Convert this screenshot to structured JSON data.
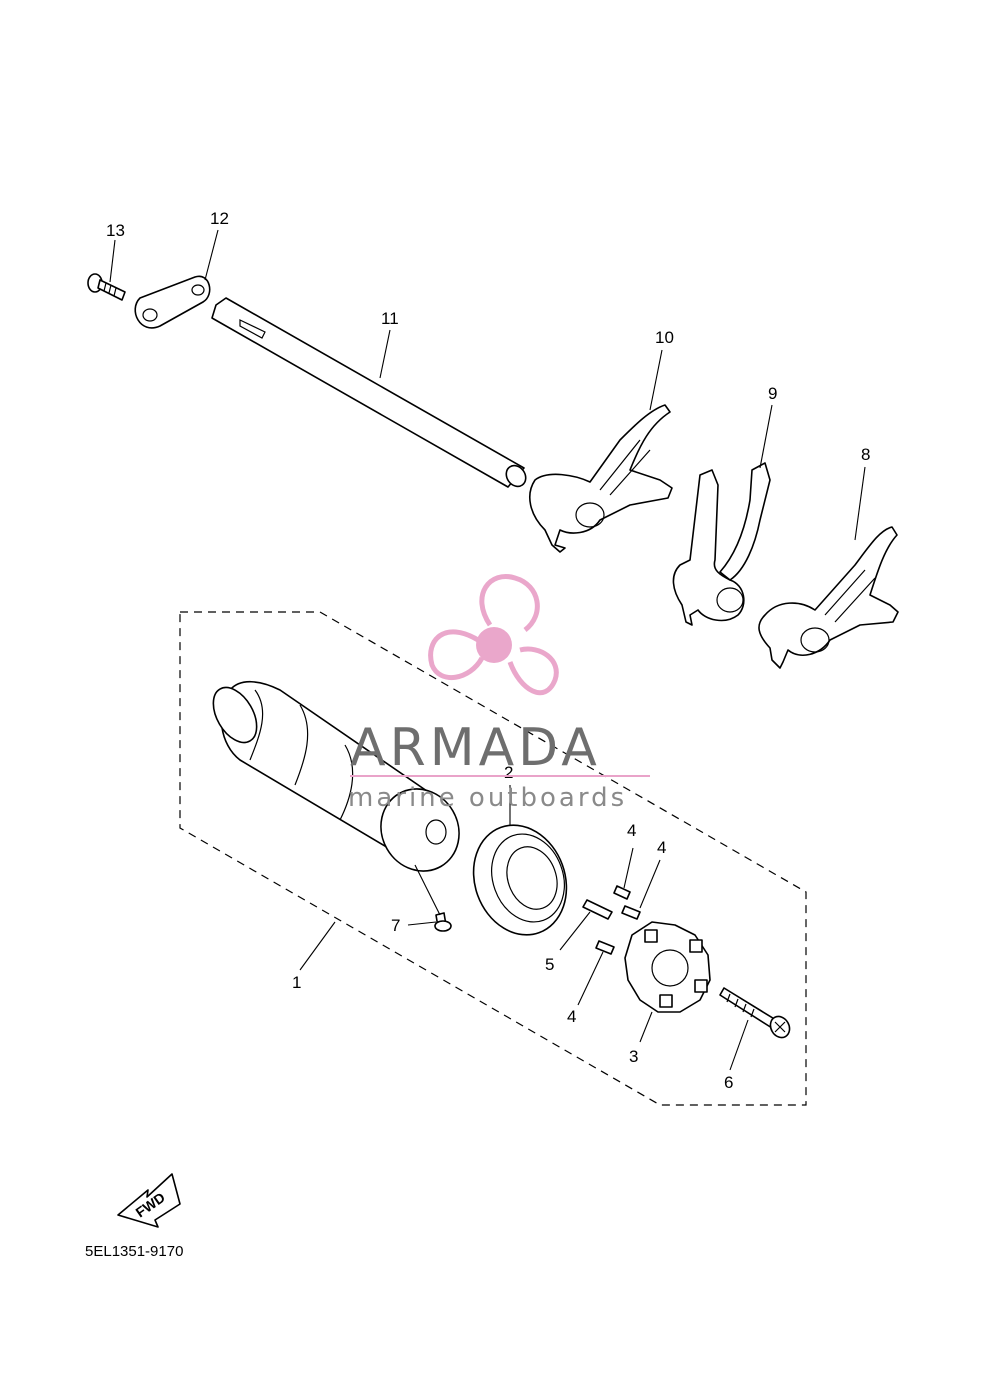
{
  "diagram": {
    "part_numbers": [
      "1",
      "2",
      "3",
      "4",
      "4",
      "4",
      "5",
      "6",
      "7",
      "8",
      "9",
      "10",
      "11",
      "12",
      "13"
    ],
    "drawing_code": "5EL1351-9170",
    "fwd_label": "FWD"
  },
  "watermark": {
    "brand": "ARMADA",
    "tagline": "marine outboards",
    "accent_color": "#e9a3c9",
    "icon": "propeller-icon"
  }
}
